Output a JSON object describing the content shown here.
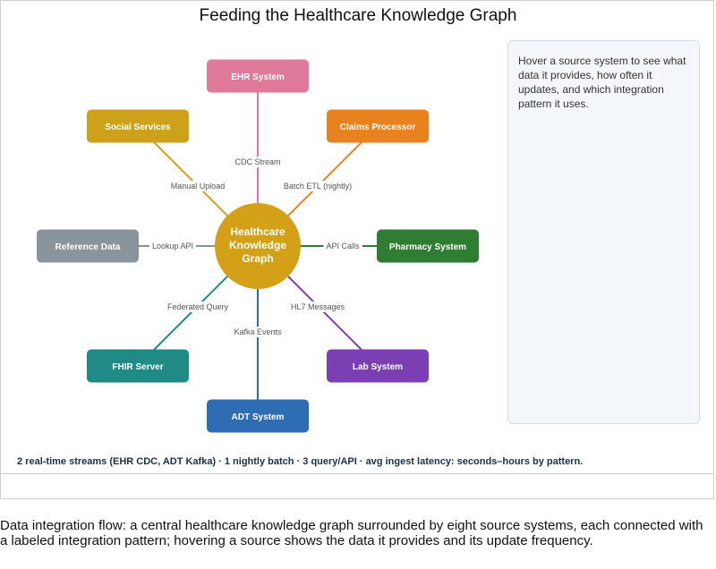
{
  "title": "Feeding the Healthcare Knowledge Graph",
  "center": {
    "lines": [
      "Healthcare",
      "Knowledge",
      "Graph"
    ],
    "color": "#d4a017"
  },
  "sources": [
    {
      "id": "ehr",
      "label": "EHR System",
      "edge_label": "CDC Stream",
      "color": "#e07a9b"
    },
    {
      "id": "claims",
      "label": "Claims Processor",
      "edge_label": "Batch ETL (nightly)",
      "color": "#e8821f"
    },
    {
      "id": "pharmacy",
      "label": "Pharmacy System",
      "edge_label": "API Calls",
      "color": "#2e7d32"
    },
    {
      "id": "lab",
      "label": "Lab System",
      "edge_label": "HL7 Messages",
      "color": "#7b3fb3"
    },
    {
      "id": "adt",
      "label": "ADT System",
      "edge_label": "Kafka Events",
      "color": "#2e6db4"
    },
    {
      "id": "fhir",
      "label": "FHIR Server",
      "edge_label": "Federated Query",
      "color": "#1f8a86"
    },
    {
      "id": "reference",
      "label": "Reference Data",
      "edge_label": "Lookup API",
      "color": "#8a949d"
    },
    {
      "id": "social",
      "label": "Social Services",
      "edge_label": "Manual Upload",
      "color": "#cda21a"
    }
  ],
  "info_panel": {
    "text": "Hover a source system to see what data it provides, how often it updates, and which integration pattern it uses."
  },
  "stats": "2 real-time streams (EHR CDC, ADT Kafka) · 1 nightly batch · 3 query/API · avg ingest latency: seconds–hours by pattern.",
  "caption": "Data integration flow: a central healthcare knowledge graph surrounded by eight source systems, each connected with a labeled integration pattern; hovering a source shows the data it provides and its update frequency."
}
